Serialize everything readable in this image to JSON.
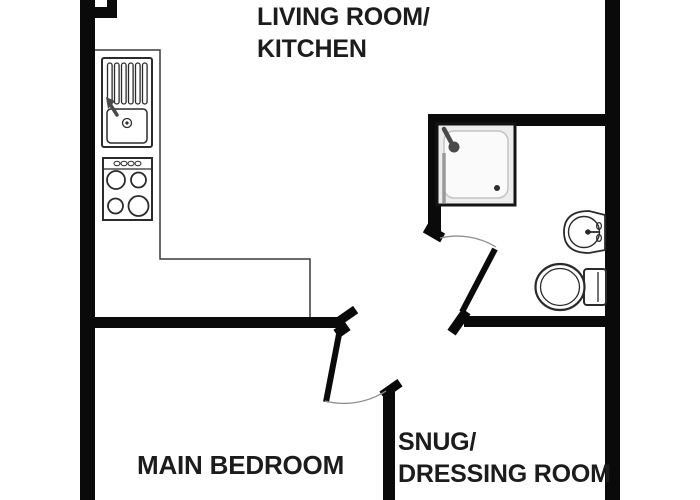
{
  "title": "Apartment floor plan",
  "colors": {
    "page_bg": "#ffffff",
    "wall": "#0a0a0a",
    "text": "#1c1c1c",
    "fixture_line": "#2b2b2b",
    "counter_line": "#3a3a3a",
    "door_arc": "#8f8f8f",
    "shower_fill": "#ededed",
    "shower_tray": "#fafafa",
    "fixture_gray": "#4a4a4a"
  },
  "rooms": {
    "living_kitchen": {
      "line1": "LIVING ROOM/",
      "line2": "KITCHEN"
    },
    "main_bedroom": {
      "label": "MAIN BEDROOM"
    },
    "snug_dressing": {
      "line1": "SNUG/",
      "line2": "DRESSING ROOM"
    }
  },
  "fixtures": [
    {
      "name": "kitchen-sink-with-drainer-icon",
      "room": "living_kitchen"
    },
    {
      "name": "stove-hob-icon",
      "room": "living_kitchen"
    },
    {
      "name": "kitchen-worktop",
      "room": "living_kitchen"
    },
    {
      "name": "shower-icon",
      "room": "bathroom"
    },
    {
      "name": "washbasin-icon",
      "room": "bathroom"
    },
    {
      "name": "toilet-icon",
      "room": "bathroom"
    }
  ],
  "doors": [
    {
      "name": "bedroom-door",
      "swing": "into-bedroom"
    },
    {
      "name": "bathroom-door",
      "swing": "into-bathroom"
    },
    {
      "name": "entry-door",
      "swing": "top-edge-cut-off"
    }
  ]
}
